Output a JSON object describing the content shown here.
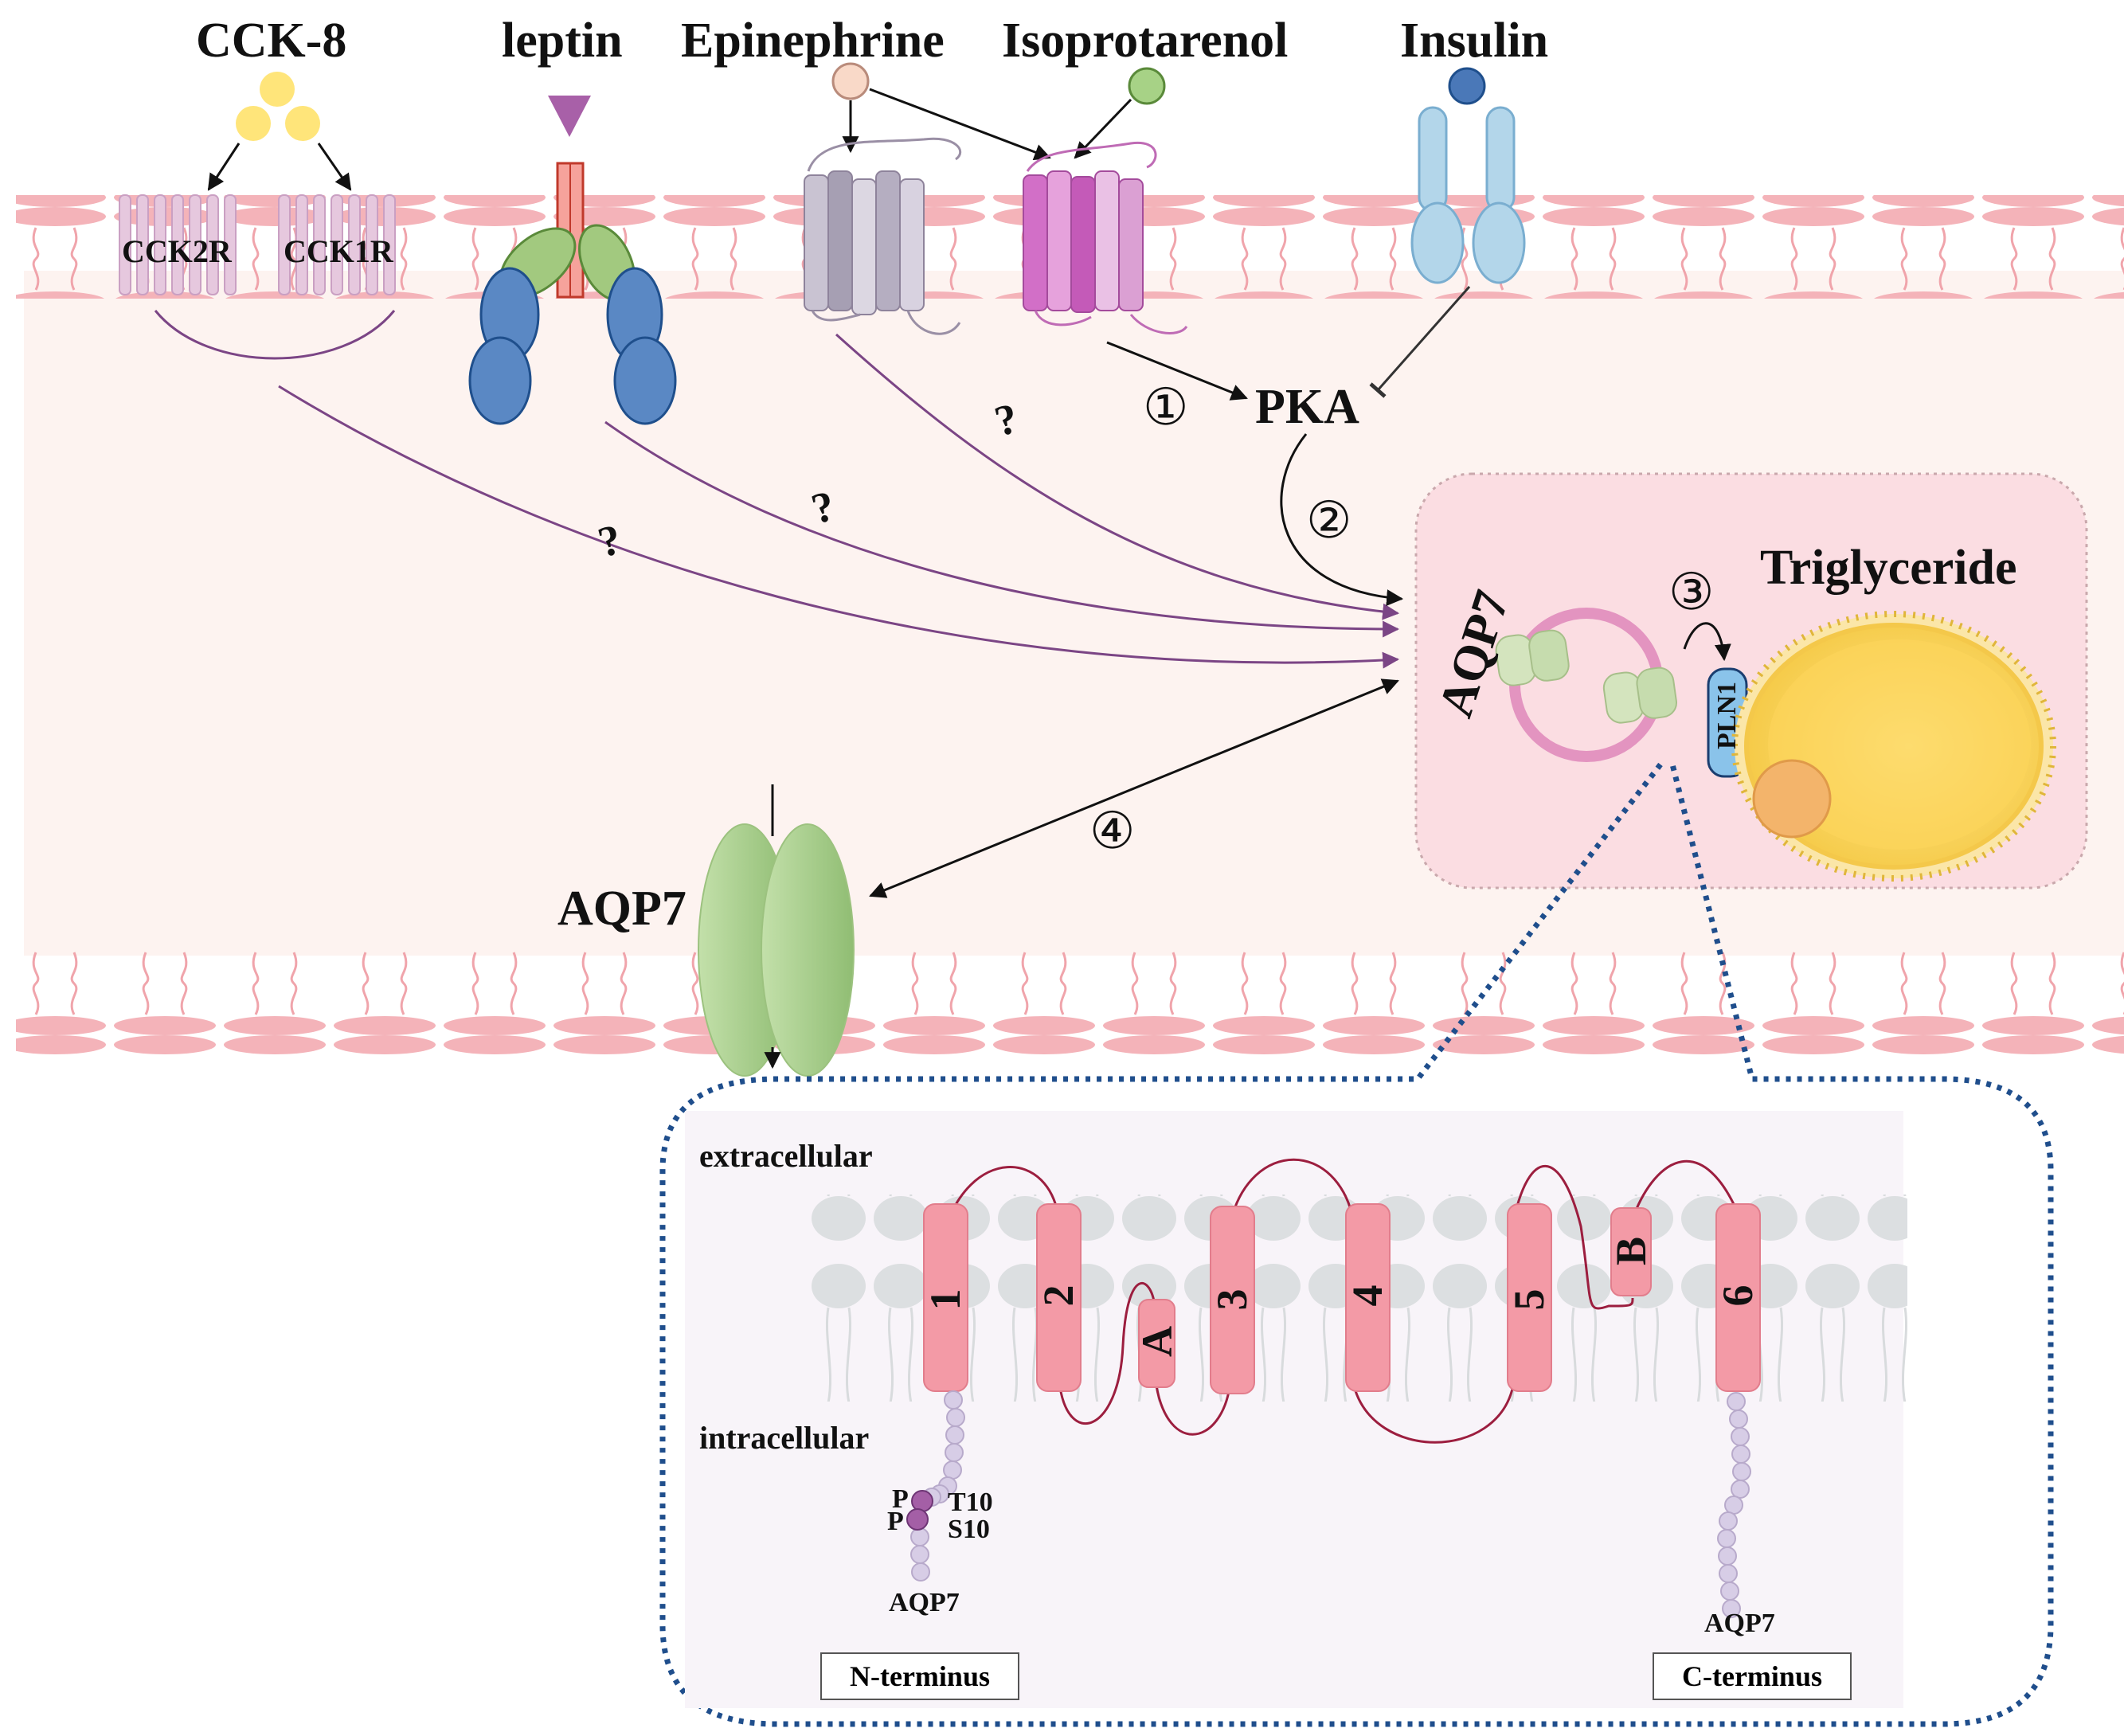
{
  "ligands": {
    "cck8": "CCK-8",
    "leptin": "leptin",
    "epinephrine": "Epinephrine",
    "isoprotarenol": "Isoprotarenol",
    "insulin": "Insulin"
  },
  "receptors": {
    "cck2r": "CCK2R",
    "cck1r": "CCK1R",
    "pln1": "PLN1"
  },
  "pathway": {
    "pka": "PKA",
    "step1": "①",
    "step2": "②",
    "step3": "③",
    "step4": "④",
    "unknown_marks": [
      "?",
      "?",
      "?"
    ]
  },
  "lipid_droplet": {
    "aqp7_vesicle_label": "AQP7",
    "triglyceride": "Triglyceride"
  },
  "plasma_membrane": {
    "aqp7_label": "AQP7"
  },
  "topology": {
    "extracellular": "extracellular",
    "intracellular": "intracellular",
    "helices": [
      "1",
      "2",
      "A",
      "3",
      "4",
      "5",
      "B",
      "6"
    ],
    "phospho_marks": [
      "P",
      "P"
    ],
    "sites": [
      "T10",
      "S10"
    ],
    "n_aqp7": "AQP7",
    "c_aqp7": "AQP7",
    "n_terminus": "N-terminus",
    "c_terminus": "C-terminus"
  },
  "colors": {
    "membrane_pink": "#f4b3b9",
    "cytoplasm": "#fdf3f0",
    "droplet_box": "#fbdde2",
    "aqp7_green": "#a8cf8e",
    "arrow_purple": "#7b4585",
    "topology_helix": "#f39aa6",
    "dotted_blue": "#1f4e8c"
  }
}
